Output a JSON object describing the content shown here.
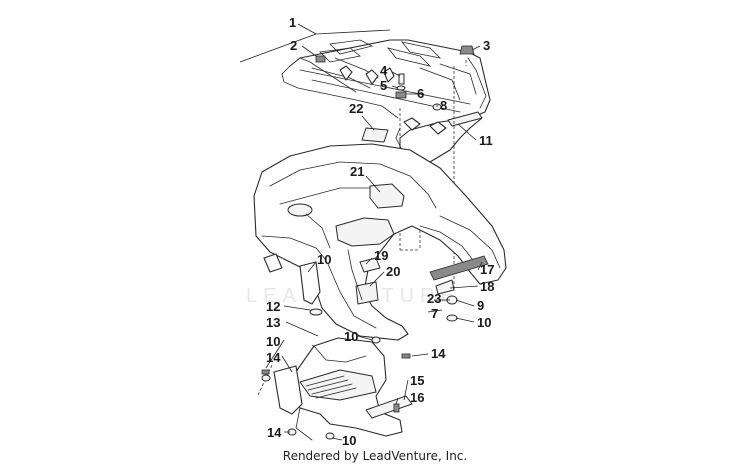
{
  "callouts": [
    {
      "id": "c1",
      "text": "1"
    },
    {
      "id": "c2",
      "text": "2"
    },
    {
      "id": "c3",
      "text": "3"
    },
    {
      "id": "c4",
      "text": "4"
    },
    {
      "id": "c5",
      "text": "5"
    },
    {
      "id": "c6",
      "text": "6"
    },
    {
      "id": "c8",
      "text": "8"
    },
    {
      "id": "c11",
      "text": "11"
    },
    {
      "id": "c22",
      "text": "22"
    },
    {
      "id": "c21",
      "text": "21"
    },
    {
      "id": "c10a",
      "text": "10"
    },
    {
      "id": "c19",
      "text": "19"
    },
    {
      "id": "c20",
      "text": "20"
    },
    {
      "id": "c17",
      "text": "17"
    },
    {
      "id": "c18",
      "text": "18"
    },
    {
      "id": "c23",
      "text": "23"
    },
    {
      "id": "c9",
      "text": "9"
    },
    {
      "id": "c7",
      "text": "7"
    },
    {
      "id": "c10b",
      "text": "10"
    },
    {
      "id": "c12",
      "text": "12"
    },
    {
      "id": "c13",
      "text": "13"
    },
    {
      "id": "c10c",
      "text": "10"
    },
    {
      "id": "c10d",
      "text": "10"
    },
    {
      "id": "c14a",
      "text": "14"
    },
    {
      "id": "c14b",
      "text": "14"
    },
    {
      "id": "c15",
      "text": "15"
    },
    {
      "id": "c16",
      "text": "16"
    },
    {
      "id": "c14c",
      "text": "14"
    },
    {
      "id": "c10e",
      "text": "10"
    }
  ],
  "watermark": "LEADVENTURE",
  "footer": "Rendered by LeadVenture, Inc."
}
